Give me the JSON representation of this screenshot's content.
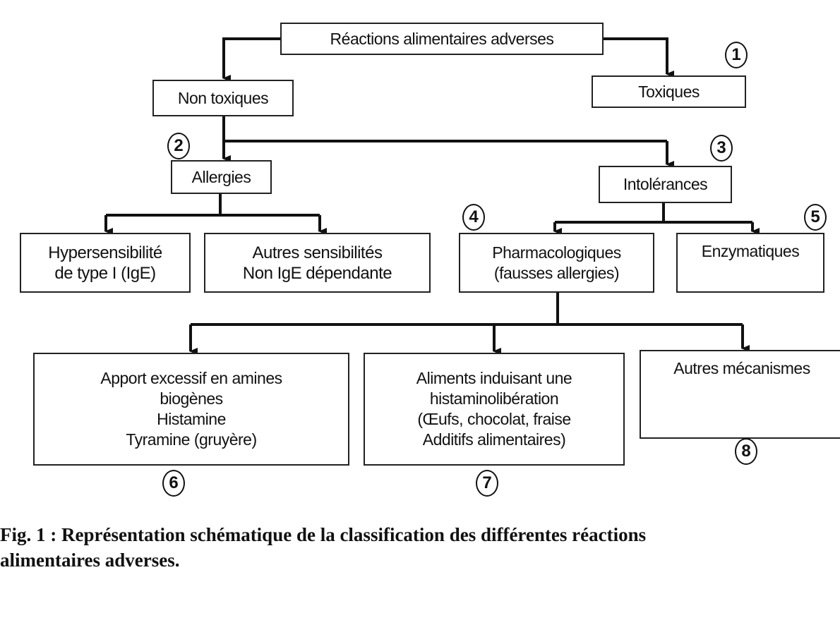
{
  "nodes": {
    "root": "Réactions alimentaires adverses",
    "non_toxic": "Non toxiques",
    "toxic": "Toxiques",
    "allergies": "Allergies",
    "intolerances": "Intolérances",
    "hypersensitivity": [
      "Hypersensibilité",
      "de type I (IgE)"
    ],
    "other_sensitivities": [
      "Autres sensibilités",
      "Non IgE dépendante"
    ],
    "pharmacological": [
      "Pharmacologiques",
      "(fausses allergies)"
    ],
    "enzymatic": "Enzymatiques",
    "biogenic_amines": [
      "Apport excessif en amines",
      "biogènes",
      "Histamine",
      "Tyramine (gruyère)"
    ],
    "histamine_release": [
      "Aliments induisant une",
      "histaminolibération",
      "(Œufs, chocolat, fraise",
      "Additifs alimentaires)"
    ],
    "other_mechanisms": "Autres mécanismes"
  },
  "numbers": [
    "1",
    "2",
    "3",
    "4",
    "5",
    "6",
    "7",
    "8"
  ],
  "caption": [
    "Fig. 1 : Représentation schématique de la classification des différentes réactions",
    "alimentaires adverses."
  ]
}
